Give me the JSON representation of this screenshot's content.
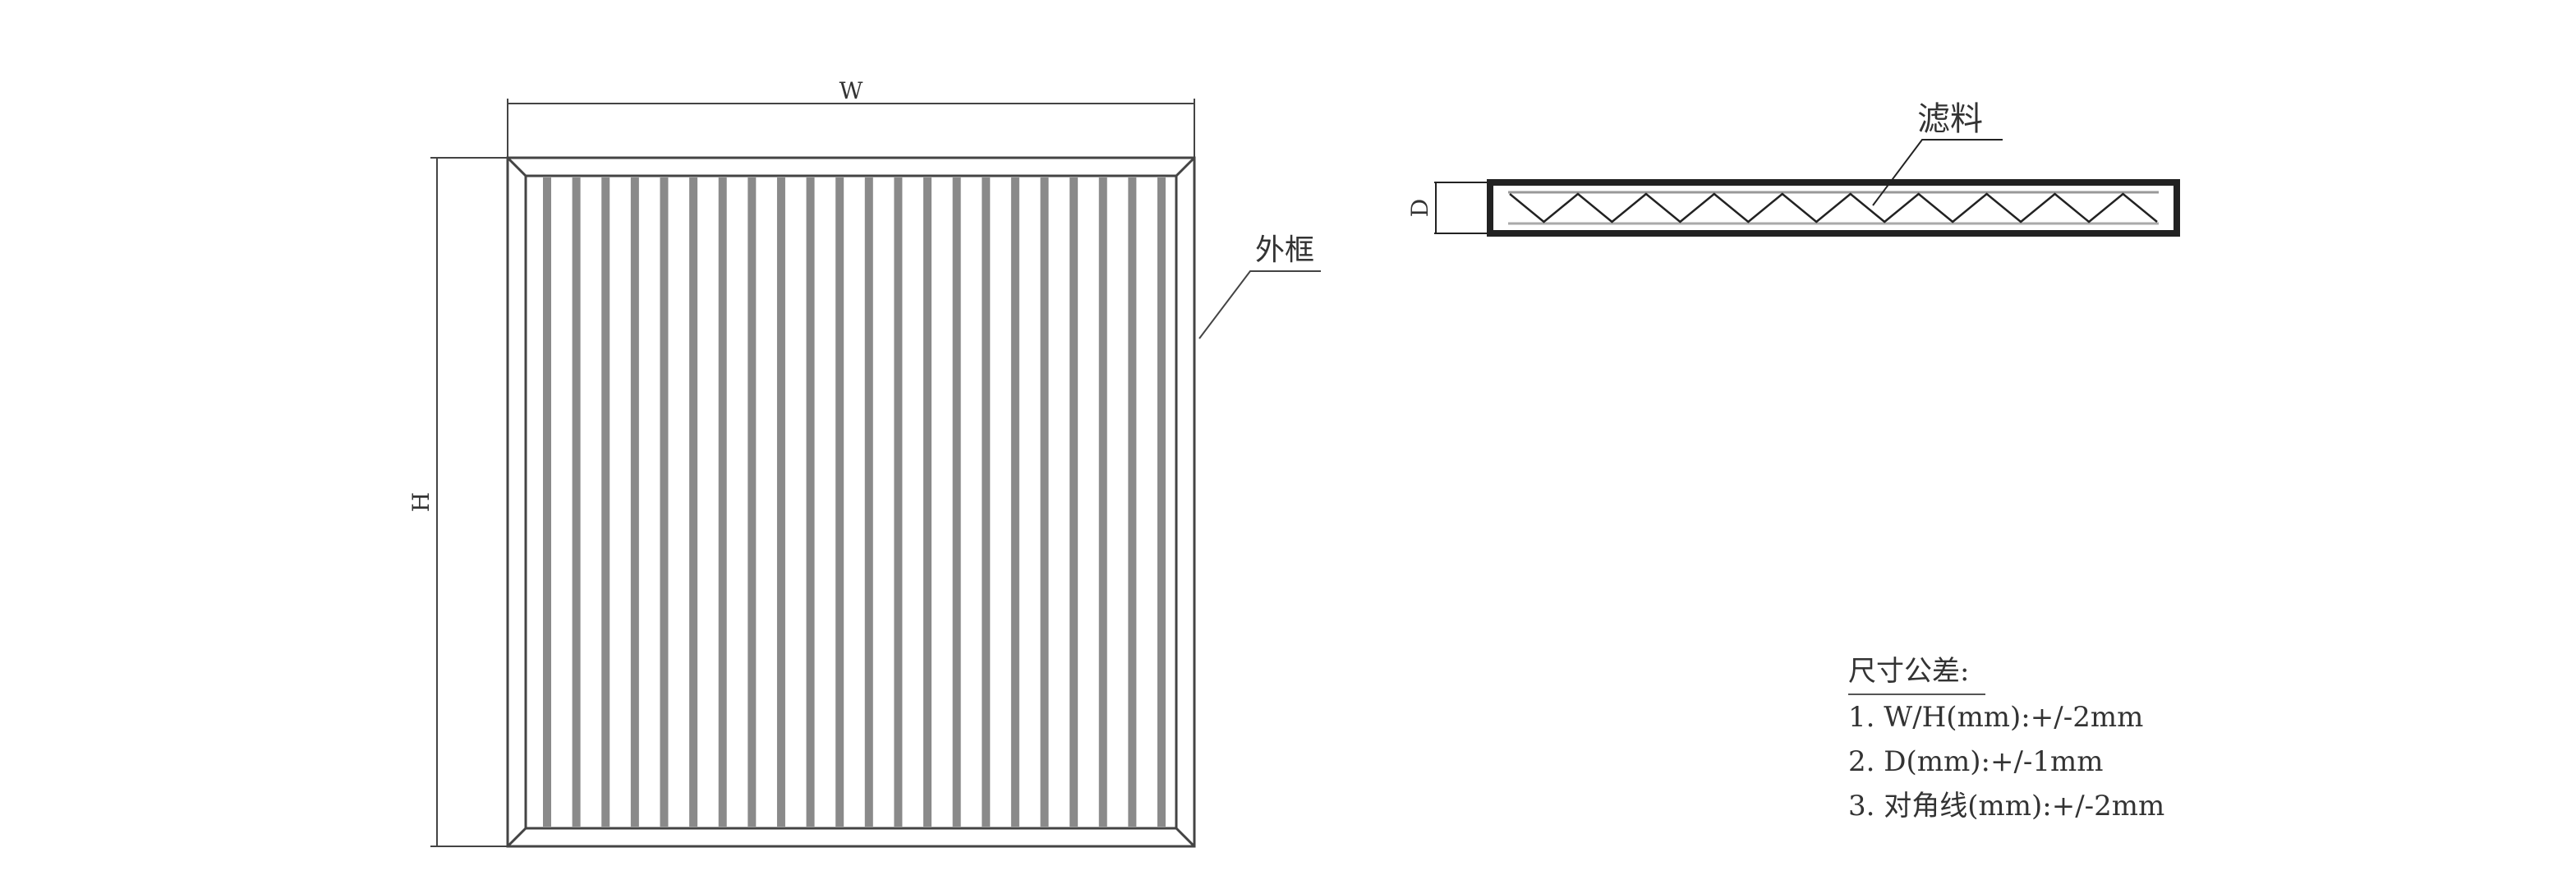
{
  "front_view": {
    "width_label": "W",
    "height_label": "H",
    "frame_label": "外框",
    "pleat_count": 22
  },
  "side_view": {
    "depth_label": "D",
    "media_label": "滤料",
    "zigzag_count": 19
  },
  "tolerances": {
    "title": "尺寸公差:",
    "items": [
      "1. W/H(mm):+/-2mm",
      "2. D(mm):+/-1mm",
      "3. 对角线(mm):+/-2mm"
    ]
  },
  "colors": {
    "line": "#333333",
    "pleat": "#8a8a8a"
  }
}
